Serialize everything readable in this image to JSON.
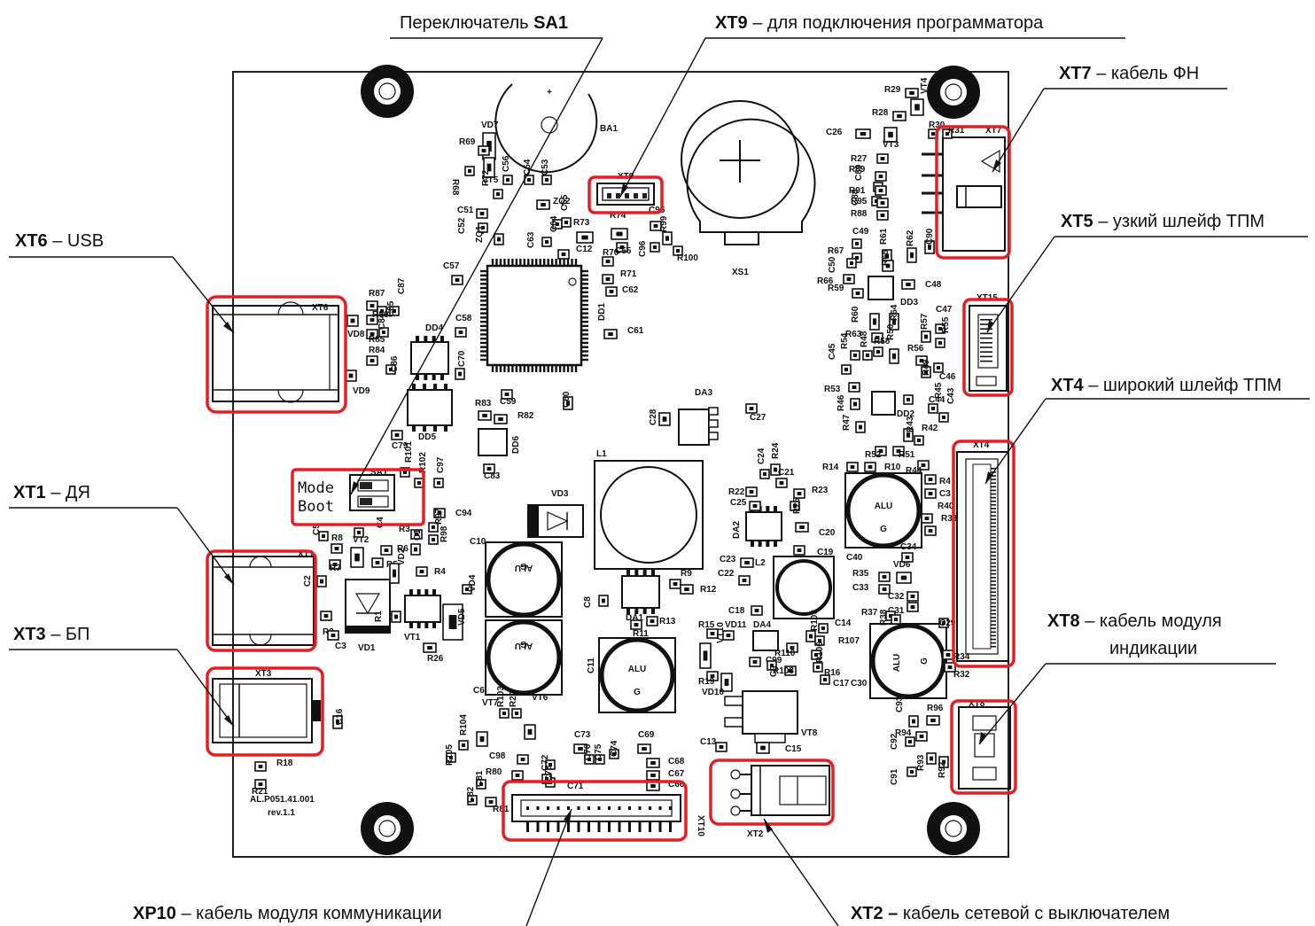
{
  "callouts": {
    "sa1": {
      "pre": "Переключатель ",
      "bold": "SA1",
      "post": ""
    },
    "xt9": {
      "pre": "",
      "bold": "XT9",
      "post": " – для подключения программатора"
    },
    "xt7": {
      "pre": "",
      "bold": "XT7",
      "post": " – кабель ФН"
    },
    "xt5": {
      "pre": "",
      "bold": "XT5",
      "post": " – узкий шлейф ТПМ"
    },
    "xt4": {
      "pre": "",
      "bold": "XT4",
      "post": " – широкий шлейф ТПМ"
    },
    "xt8": {
      "pre": "",
      "bold": "XT8",
      "post": " – кабель модуля",
      "line2": "индикации"
    },
    "xt6": {
      "pre": "",
      "bold": "XT6",
      "post": " – USB"
    },
    "xt1": {
      "pre": "",
      "bold": "XT1",
      "post": " – ДЯ"
    },
    "xt3": {
      "pre": "",
      "bold": "XT3",
      "post": " – БП"
    },
    "xp10": {
      "pre": "",
      "bold": "XP10",
      "post": " – кабель модуля коммуникации"
    },
    "xt2": {
      "pre": "",
      "bold": "XT2 –",
      "post": " кабель сетевой с выключателем"
    }
  },
  "board": {
    "part_number": "AL.P051.41.001",
    "revision": "rev.1.1",
    "switch_labels": [
      "Mode",
      "Boot"
    ],
    "cap_marking": {
      "alu": "ALU",
      "g": "G"
    },
    "refs": {
      "ba1": "BA1",
      "xs1": "XS1",
      "xt9": "XT9",
      "xt7": "XT7",
      "xt15": "XT15",
      "xt4": "XT4",
      "xt8": "XT8",
      "xt6": "XT6",
      "xt1": "XT1",
      "xt3": "XT3",
      "xt10": "XT10",
      "xt2": "XT2",
      "dd1": "DD1",
      "dd3": "DD3",
      "dd2": "DD2",
      "dd4": "DD4",
      "dd5": "DD5",
      "dd6": "DD6",
      "da3": "DA3",
      "da1": "DA1",
      "da2": "DA2",
      "da4": "DA4",
      "vd3": "VD3",
      "vd1": "VD1",
      "l1": "L1",
      "l2": "L2",
      "vt8": "VT8",
      "sa1": "SA1",
      "c10": "C10",
      "c6": "C6",
      "c11": "C11",
      "c40": "C40",
      "c30": "C30",
      "vd7": "VD7",
      "vt5": "VT5",
      "r69": "R69",
      "r68": "R68",
      "r72": "R72",
      "c56": "C56",
      "c54": "C54",
      "c53": "C53",
      "zq2": "ZQ2",
      "c51": "C51",
      "c52": "C52",
      "zq1": "ZQ1",
      "c63": "C63",
      "c64": "C64",
      "c65": "C65",
      "c12": "C12",
      "r73": "R73",
      "r74": "R74",
      "c95": "C95",
      "c55": "C55",
      "r70": "R70",
      "r71": "R71",
      "c62": "C62",
      "r99": "R99",
      "r100": "R100",
      "c96": "C96",
      "c57": "C57",
      "c58": "C58",
      "c61": "C61",
      "c59": "C59",
      "c60": "C60",
      "r87": "R87",
      "c87": "C87",
      "r86": "R86",
      "c85": "C85",
      "r85": "R85",
      "c84": "C84",
      "vd8": "VD8",
      "r84": "R84",
      "c86": "C86",
      "c70": "C70",
      "vd9": "VD9",
      "r83": "R83",
      "r82": "R82",
      "c79": "C79",
      "c83": "C83",
      "c28": "C28",
      "c27": "C27",
      "r101": "R101",
      "r102": "R102",
      "c97": "C97",
      "c94": "C94",
      "r97": "R97",
      "r98": "R98",
      "r3": "R3",
      "r6": "R6",
      "r5": "R5",
      "c1": "C1",
      "r4": "R4",
      "vd2": "VD2",
      "r8": "R8",
      "vt2": "VT2",
      "r7": "R7",
      "c2": "C2",
      "c4": "C4",
      "c5": "C5",
      "r2": "R2",
      "c3": "C3",
      "r1": "R1",
      "vt1": "VT1",
      "r26": "R26",
      "vd5": "VD5",
      "vd4": "VD4",
      "c8": "C8",
      "r9": "R9",
      "r12": "R12",
      "r11": "R11",
      "r13": "R13",
      "c24": "C24",
      "r24": "R24",
      "c21": "C21",
      "r22": "R22",
      "r23": "R23",
      "c25": "C25",
      "r25": "R25",
      "c20": "C20",
      "c19": "C19",
      "c23": "C23",
      "c22": "C22",
      "c18": "C18",
      "r15": "R15",
      "vd11": "VD11",
      "vt10": "VT10",
      "r19": "R19",
      "vd10": "VD10",
      "c99": "C99",
      "r110": "R110",
      "r108": "R108",
      "c9": "C9",
      "r109": "R109",
      "c14": "C14",
      "r107": "R107",
      "r106": "R106",
      "r16": "R16",
      "c17": "C17",
      "c13": "C13",
      "c15": "C15",
      "c73": "C73",
      "c76": "C76",
      "c75": "C75",
      "c74": "C74",
      "c69": "C69",
      "c72": "C72",
      "c71": "C71",
      "c68": "C68",
      "c67": "C67",
      "c66": "C66",
      "r79": "R79",
      "r78": "R78",
      "r77": "R77",
      "r76": "R76",
      "r75": "R75",
      "r80": "R80",
      "r81": "R81",
      "c98": "C98",
      "vt7": "VT7",
      "r103": "R103",
      "r20": "R20",
      "vt6": "VT6",
      "r104": "R104",
      "r105": "R105",
      "c82": "C82",
      "c81": "C81",
      "c78": "C78",
      "c16": "C16",
      "r18": "R18",
      "r21": "R21",
      "r29": "R29",
      "vt4": "VT4",
      "r28": "R28",
      "c26": "C26",
      "vt3": "VT3",
      "r30": "R30",
      "r31": "R31",
      "r27": "R27",
      "r89": "R89",
      "c89": "C89",
      "r91": "R91",
      "c88": "C88",
      "r95": "R95",
      "r88": "R88",
      "c49": "C49",
      "r67": "R67",
      "r61": "R61",
      "r62": "R62",
      "c90": "C90",
      "c50": "C50",
      "r65": "R65",
      "r66": "R66",
      "r59": "R59",
      "c48": "C48",
      "r60": "R60",
      "r64": "R64",
      "c47": "C47",
      "r63": "R63",
      "r58": "R58",
      "r50": "R50",
      "r57": "R57",
      "r55": "R55",
      "r54": "R54",
      "r48": "R48",
      "r56": "R56",
      "r49": "R49",
      "c46": "C46",
      "c45": "C45",
      "r53": "R53",
      "c44": "C44",
      "r46": "R46",
      "r47": "R47",
      "r45": "R45",
      "c43": "C43",
      "r43": "R43",
      "r42": "R42",
      "r52": "R52",
      "r51": "R51",
      "r14": "R14",
      "r10": "R10",
      "r44": "R44",
      "r4b": "R4",
      "c3b": "C3",
      "r40": "R40",
      "r33": "R33",
      "c34": "C34",
      "vd6": "VD6",
      "r35": "R35",
      "c33": "C33",
      "c32": "C32",
      "c31": "C31",
      "r37": "R37",
      "r38": "R38",
      "c29": "C29",
      "r34": "R34",
      "r32": "R32",
      "c93": "C93",
      "r96": "R96",
      "c92": "C92",
      "r94": "R94",
      "c91": "C91",
      "r93": "R93",
      "r92": "R92"
    }
  }
}
